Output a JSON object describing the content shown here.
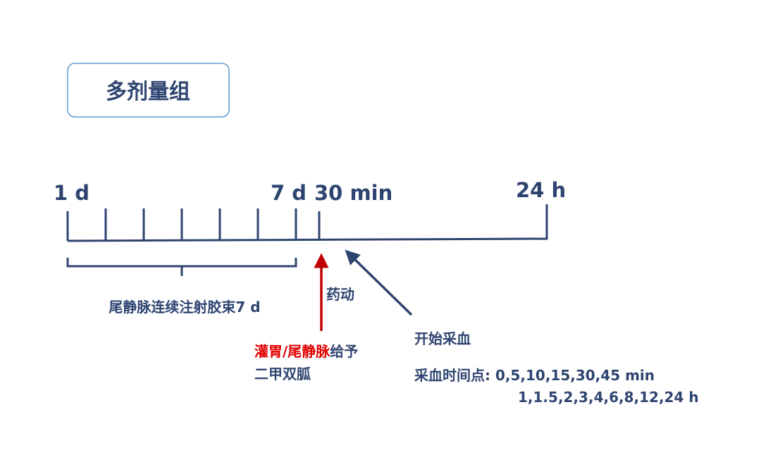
{
  "title": "多剂量组",
  "timeline": {
    "labels": [
      "1 d",
      "7 d",
      "30 min",
      "24 h"
    ],
    "brace_label": "尾静脉连续注射胶束7 d",
    "pk_label": "药动"
  },
  "dosing": {
    "red_part": "灌胃/尾静脉",
    "rest_part": "给予",
    "line2": "二甲双胍"
  },
  "sampling": {
    "start_label": "开始采血",
    "points_label": "采血时间点: 0,5,10,15,30,45 min",
    "points_line2": "1,1.5,2,3,4,6,8,12,24 h"
  },
  "colors": {
    "primary": "#2e4470",
    "accent": "#e00000",
    "arrow_red": "#c00000",
    "box_border": "#5b9bd5"
  }
}
